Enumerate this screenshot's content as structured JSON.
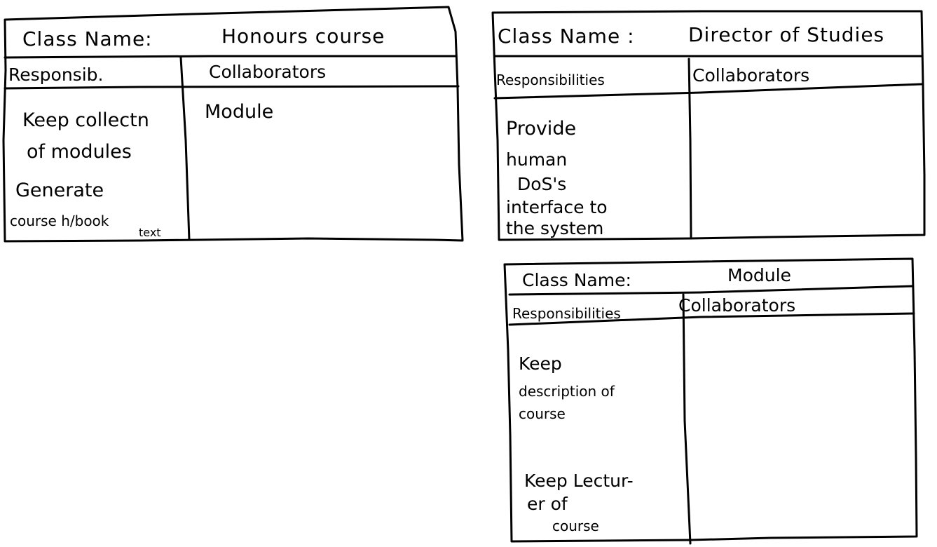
{
  "cards": [
    {
      "class_name_label": "Class Name:",
      "class_name": "Honours course",
      "responsibilities_header": "Responsib.",
      "collaborators_header": "Collaborators",
      "responsibilities": [
        "Keep collectn",
        "of modules",
        "Generate",
        "course h/book",
        "text"
      ],
      "collaborators": [
        "Module"
      ]
    },
    {
      "class_name_label": "Class Name :",
      "class_name": "Director of Studies",
      "responsibilities_header": "Responsibilities",
      "collaborators_header": "Collaborators",
      "responsibilities": [
        "Provide",
        "human",
        "DoS's",
        "interface to",
        "the system"
      ],
      "collaborators": []
    },
    {
      "class_name_label": "Class Name:",
      "class_name": "Module",
      "responsibilities_header": "Responsibilities",
      "collaborators_header": "Collaborators",
      "responsibilities": [
        "Keep",
        "description of",
        "course",
        "Keep Lectur-",
        "er of",
        "course"
      ],
      "collaborators": []
    }
  ]
}
